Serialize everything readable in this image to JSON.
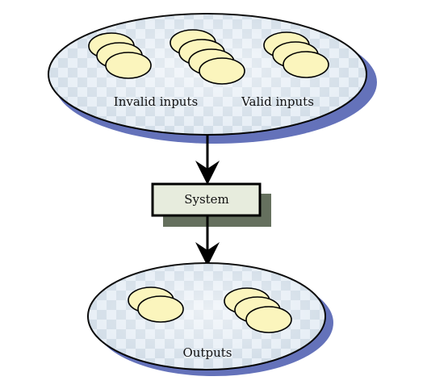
{
  "diagram": {
    "input_set": {
      "invalid_label": "Invalid inputs",
      "valid_label": "Valid inputs"
    },
    "system": {
      "label": "System"
    },
    "output_set": {
      "label": "Outputs"
    }
  },
  "colors": {
    "set_fill": "#dfe9f2",
    "set_shadow": "#6472ba",
    "set_outline": "#000000",
    "token_fill": "#fbf5bd",
    "system_fill": "#e7ecdd",
    "system_shadow": "#65705e",
    "arrow": "#000000"
  }
}
